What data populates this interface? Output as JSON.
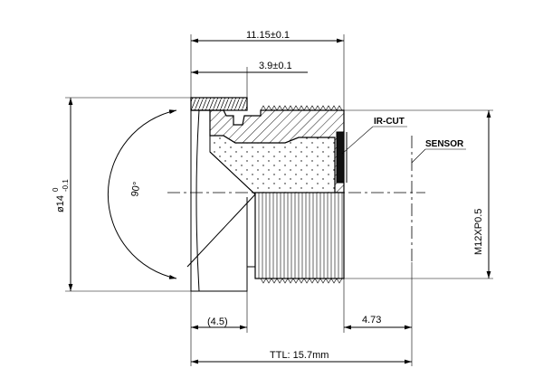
{
  "dimensions": {
    "overall_length": "11.15±0.1",
    "thread_ring_length": "3.9±0.1",
    "ring_offset": "(4.5)",
    "back_focal": "4.73",
    "ttl": "TTL: 15.7mm",
    "angle": "90°",
    "diameter_main": "ø14",
    "diameter_sup": "0",
    "diameter_sub": "-0.1",
    "thread": "M12XP0.5"
  },
  "labels": {
    "ir_cut": "IR-CUT",
    "sensor": "SENSOR"
  }
}
